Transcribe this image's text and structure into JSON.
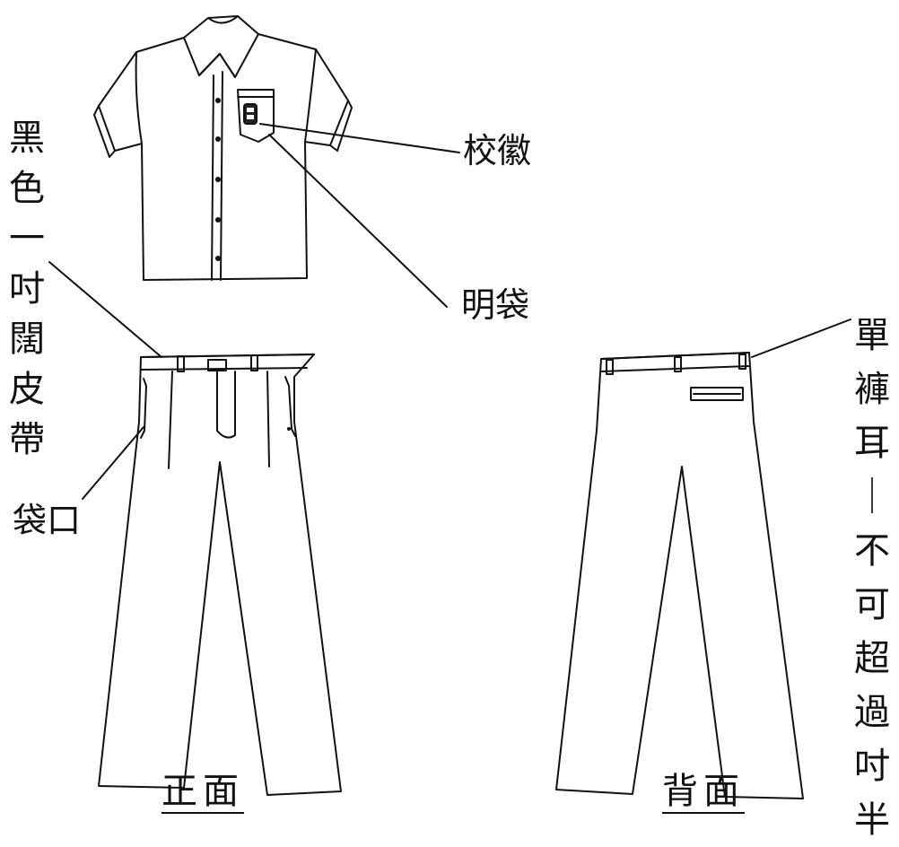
{
  "labels": {
    "belt": "黑色一吋闊皮帶",
    "emblem": "校徽",
    "pocket": "明袋",
    "side_pocket": "袋口",
    "belt_loop": "單褲耳",
    "belt_loop_rule": "—不可超過吋半",
    "front": "正面",
    "back": "背面"
  },
  "drawings": {
    "shirt": "short-sleeve shirt",
    "front_trousers": "trousers front",
    "back_trousers": "trousers back"
  }
}
